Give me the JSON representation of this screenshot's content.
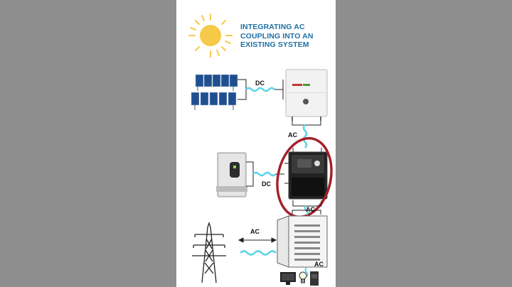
{
  "title": {
    "line1": "INTEGRATING AC",
    "line2": "COUPLING INTO AN",
    "line3": "EXISTING SYSTEM"
  },
  "labels": {
    "dc_top": "DC",
    "ac_upper": "AC",
    "dc_mid": "DC",
    "ac_lower": "AC",
    "ac_grid": "AC",
    "ac_bottom": "AC"
  },
  "colors": {
    "title": "#1d6fa3",
    "wave": "#5fd4e8",
    "sun": "#f7c948",
    "highlight_circle": "#a3202a",
    "panel_cell": "#1f4f8f"
  },
  "icons": [
    "sun-icon",
    "solar-panels-icon",
    "inverter-icon",
    "battery-icon",
    "hybrid-inverter-icon",
    "power-tower-icon",
    "breaker-panel-icon",
    "monitor-icon",
    "lightbulb-icon",
    "appliance-icon"
  ]
}
